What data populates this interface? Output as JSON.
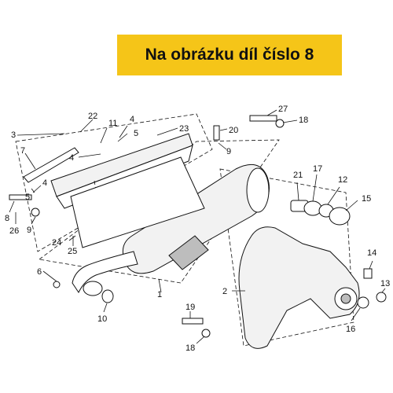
{
  "banner": {
    "text": "Na obrázku díl číslo 8"
  },
  "colors": {
    "banner_bg": "#f5c518",
    "ink": "#111111"
  },
  "callouts": {
    "c1": "1",
    "c2": "2",
    "c3": "3",
    "c4a": "4",
    "c4b": "4",
    "c4c": "4",
    "c5a": "5",
    "c5b": "5",
    "c6": "6",
    "c7": "7",
    "c8": "8",
    "c9a": "9",
    "c9b": "9",
    "c10": "10",
    "c11": "11",
    "c12": "12",
    "c13": "13",
    "c14": "14",
    "c15": "15",
    "c16": "16",
    "c17": "17",
    "c18a": "18",
    "c18b": "18",
    "c19": "19",
    "c20": "20",
    "c21": "21",
    "c22": "22",
    "c23": "23",
    "c24": "24",
    "c25": "25",
    "c26": "26",
    "c27": "27"
  }
}
